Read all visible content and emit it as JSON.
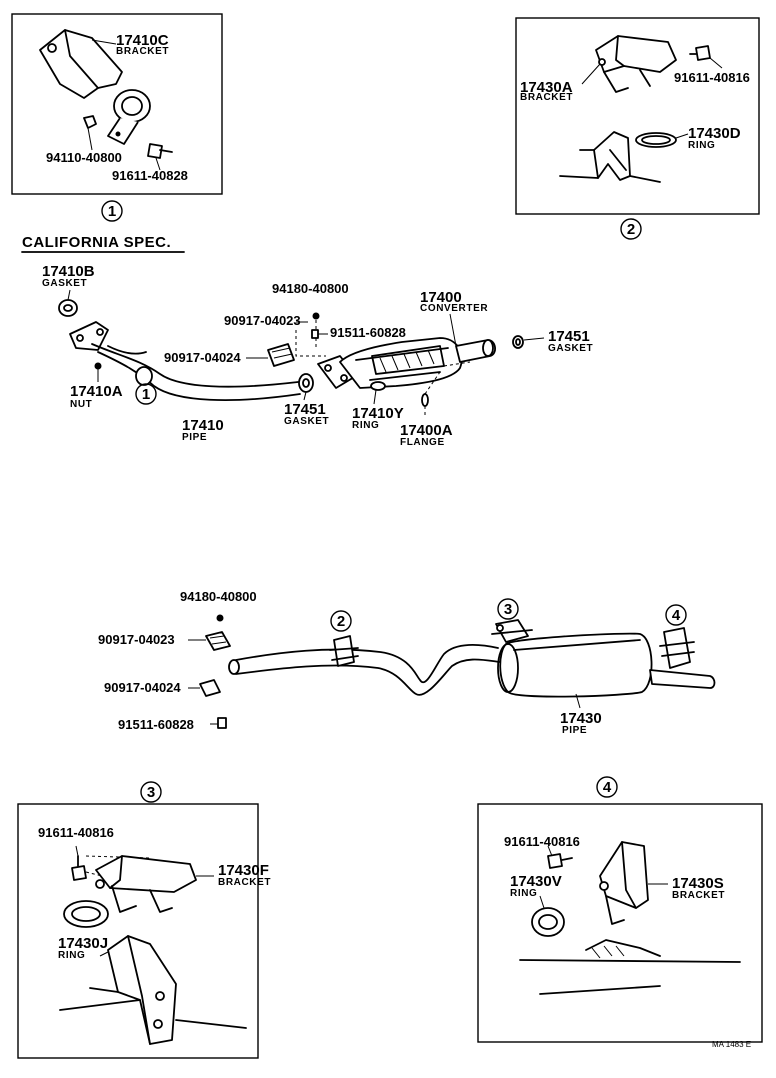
{
  "heading": "CALIFORNIA SPEC.",
  "footer_code": "MA 1483 E",
  "callouts": {
    "c1_box": "1",
    "c2_box": "2",
    "c3_box": "3",
    "c4_box": "4",
    "c1_main": "1",
    "c2_main": "2",
    "c3_main": "3",
    "c4_main": "4"
  },
  "parts": {
    "p17410C": {
      "number": "17410C",
      "name": "BRACKET"
    },
    "p94110_40800": {
      "number": "94110-40800"
    },
    "p91611_40828": {
      "number": "91611-40828"
    },
    "p17430A": {
      "number": "17430A",
      "name": "BRACKET"
    },
    "p91611_40816_b2": {
      "number": "91611-40816"
    },
    "p17430D": {
      "number": "17430D",
      "name": "RING"
    },
    "p17410B": {
      "number": "17410B",
      "name": "GASKET"
    },
    "p94180_40800_top": {
      "number": "94180-40800"
    },
    "p17400": {
      "number": "17400",
      "name": "CONVERTER"
    },
    "p90917_04023_top": {
      "number": "90917-04023"
    },
    "p91511_60828_top": {
      "number": "91511-60828"
    },
    "p17451_right": {
      "number": "17451",
      "name": "GASKET"
    },
    "p90917_04024_top": {
      "number": "90917-04024"
    },
    "p17410A": {
      "number": "17410A",
      "name": "NUT"
    },
    "p17410": {
      "number": "17410",
      "name": "PIPE"
    },
    "p17451_mid": {
      "number": "17451",
      "name": "GASKET"
    },
    "p17410Y": {
      "number": "17410Y",
      "name": "RING"
    },
    "p17400A": {
      "number": "17400A",
      "name": "FLANGE"
    },
    "p94180_40800_bot": {
      "number": "94180-40800"
    },
    "p90917_04023_bot": {
      "number": "90917-04023"
    },
    "p90917_04024_bot": {
      "number": "90917-04024"
    },
    "p91511_60828_bot": {
      "number": "91511-60828"
    },
    "p17430": {
      "number": "17430",
      "name": "PIPE"
    },
    "p91611_40816_b3": {
      "number": "91611-40816"
    },
    "p17430F": {
      "number": "17430F",
      "name": "BRACKET"
    },
    "p17430J": {
      "number": "17430J",
      "name": "RING"
    },
    "p91611_40816_b4": {
      "number": "91611-40816"
    },
    "p17430V": {
      "number": "17430V",
      "name": "RING"
    },
    "p17430S": {
      "number": "17430S",
      "name": "BRACKET"
    }
  }
}
